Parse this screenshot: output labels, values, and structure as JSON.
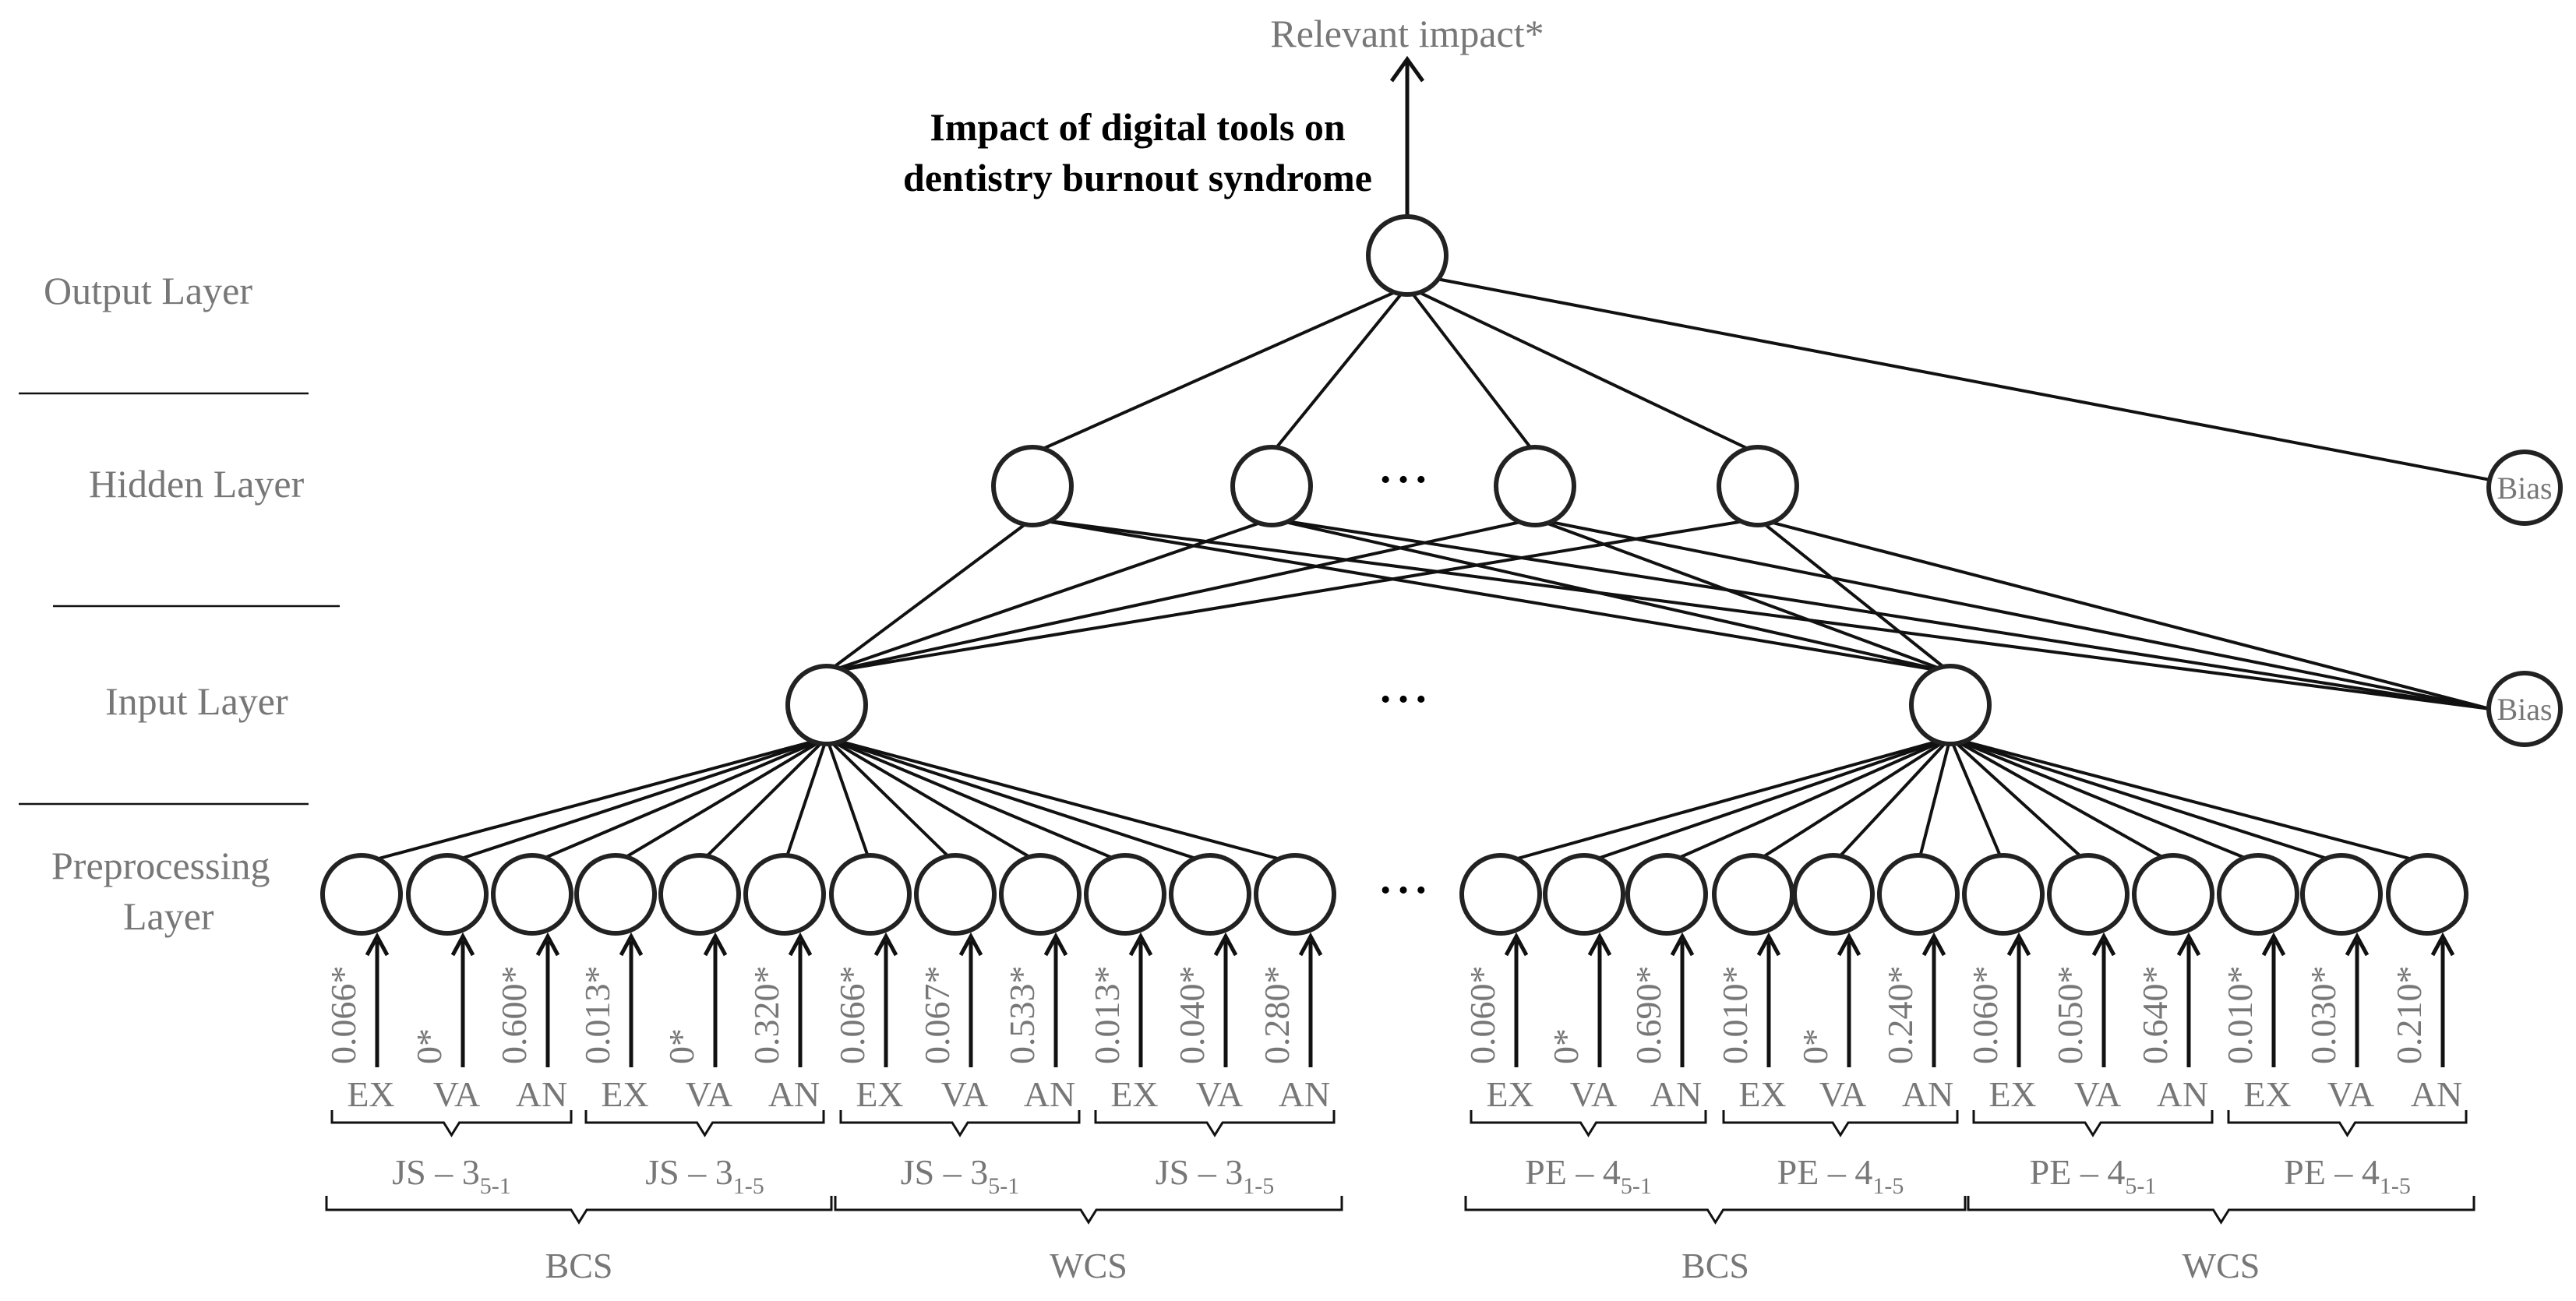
{
  "output": {
    "arrow_label": "Relevant impact*",
    "title_line1": "Impact of digital tools on",
    "title_line2": "dentistry burnout syndrome"
  },
  "layers": {
    "output": "Output  Layer",
    "hidden": "Hidden Layer",
    "input": "Input Layer",
    "preprocessing_line1": "Preprocessing",
    "preprocessing_line2": "Layer"
  },
  "bias_label": "Bias",
  "ellipsis": "• • •",
  "colors": {
    "label_gray": "#777777",
    "ink": "#111111"
  },
  "groups": [
    {
      "name": "BCS",
      "subgroups": [
        {
          "prefix": "JS – 3",
          "subscript": "5-1",
          "items": [
            {
              "code": "EX",
              "weight": "0.066*"
            },
            {
              "code": "VA",
              "weight": "0*"
            },
            {
              "code": "AN",
              "weight": "0.600*"
            }
          ]
        },
        {
          "prefix": "JS – 3",
          "subscript": "1-5",
          "items": [
            {
              "code": "EX",
              "weight": "0.013*"
            },
            {
              "code": "VA",
              "weight": "0*"
            },
            {
              "code": "AN",
              "weight": "0.320*"
            }
          ]
        }
      ]
    },
    {
      "name": "WCS",
      "subgroups": [
        {
          "prefix": "JS – 3",
          "subscript": "5-1",
          "items": [
            {
              "code": "EX",
              "weight": "0.066*"
            },
            {
              "code": "VA",
              "weight": "0.067*"
            },
            {
              "code": "AN",
              "weight": "0.533*"
            }
          ]
        },
        {
          "prefix": "JS – 3",
          "subscript": "1-5",
          "items": [
            {
              "code": "EX",
              "weight": "0.013*"
            },
            {
              "code": "VA",
              "weight": "0.040*"
            },
            {
              "code": "AN",
              "weight": "0.280*"
            }
          ]
        }
      ]
    },
    {
      "name": "BCS",
      "subgroups": [
        {
          "prefix": "PE – 4",
          "subscript": "5-1",
          "items": [
            {
              "code": "EX",
              "weight": "0.060*"
            },
            {
              "code": "VA",
              "weight": "0*"
            },
            {
              "code": "AN",
              "weight": "0.690*"
            }
          ]
        },
        {
          "prefix": "PE – 4",
          "subscript": "1-5",
          "items": [
            {
              "code": "EX",
              "weight": "0.010*"
            },
            {
              "code": "VA",
              "weight": "0*"
            },
            {
              "code": "AN",
              "weight": "0.240*"
            }
          ]
        }
      ]
    },
    {
      "name": "WCS",
      "subgroups": [
        {
          "prefix": "PE – 4",
          "subscript": "5-1",
          "items": [
            {
              "code": "EX",
              "weight": "0.060*"
            },
            {
              "code": "VA",
              "weight": "0.050*"
            },
            {
              "code": "AN",
              "weight": "0.640*"
            }
          ]
        },
        {
          "prefix": "PE – 4",
          "subscript": "1-5",
          "items": [
            {
              "code": "EX",
              "weight": "0.010*"
            },
            {
              "code": "VA",
              "weight": "0.030*"
            },
            {
              "code": "AN",
              "weight": "0.210*"
            }
          ]
        }
      ]
    }
  ]
}
